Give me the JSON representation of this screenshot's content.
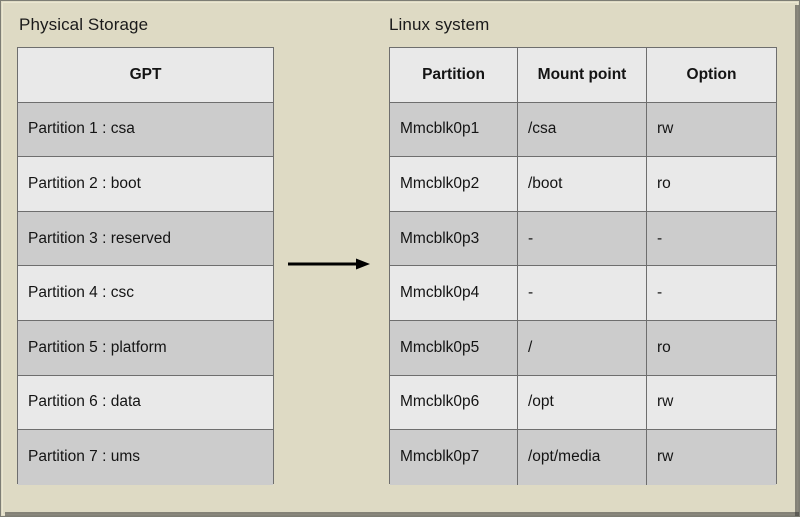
{
  "colors": {
    "background": "#dedac4",
    "frame_border": "#7d7d74",
    "table_border": "#6e6e6e",
    "row_dark": "#cccccc",
    "row_light": "#e9e9e9",
    "text": "#141414"
  },
  "panels": {
    "left": {
      "title": "Physical Storage",
      "table": {
        "header": "GPT",
        "rows": [
          "Partition 1 : csa",
          "Partition 2 : boot",
          "Partition 3 : reserved",
          "Partition 4 : csc",
          "Partition 5 : platform",
          "Partition 6 : data",
          "Partition 7 : ums"
        ]
      }
    },
    "right": {
      "title": "Linux system",
      "table": {
        "headers": [
          "Partition",
          "Mount point",
          "Option"
        ],
        "rows": [
          [
            "Mmcblk0p1",
            "/csa",
            "rw"
          ],
          [
            "Mmcblk0p2",
            "/boot",
            "ro"
          ],
          [
            "Mmcblk0p3",
            "-",
            "-"
          ],
          [
            "Mmcblk0p4",
            "-",
            "-"
          ],
          [
            "Mmcblk0p5",
            "/",
            "ro"
          ],
          [
            "Mmcblk0p6",
            "/opt",
            "rw"
          ],
          [
            "Mmcblk0p7",
            "/opt/media",
            "rw"
          ]
        ]
      }
    }
  },
  "connector": {
    "icon": "right-arrow-icon",
    "direction": "right"
  }
}
